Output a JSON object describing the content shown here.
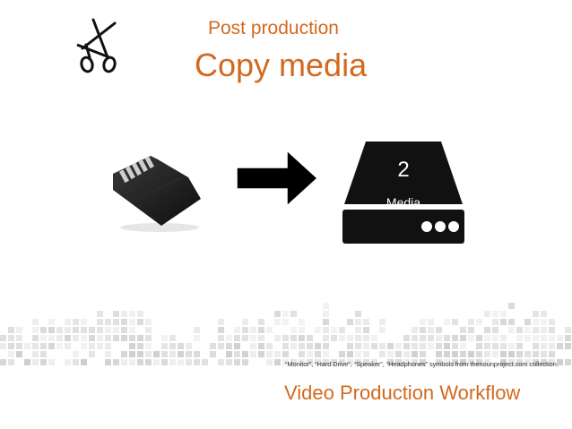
{
  "header": {
    "subtitle": "Post production",
    "title": "Copy media"
  },
  "drive": {
    "number": "2",
    "label": "Media"
  },
  "credit": "“Monitor”, “Hard Drive”, “Speaker”, “Headphones” symbols from thenounproject.com collection.",
  "footer": {
    "title": "Video Production Workflow"
  },
  "icons": {
    "scissors": "scissors-icon",
    "sd_card": "sd-card-icon",
    "arrow": "arrow-right-icon",
    "hard_drive": "hard-drive-icon"
  },
  "colors": {
    "accent": "#d2691e",
    "icon": "#111111",
    "background": "#ffffff"
  }
}
